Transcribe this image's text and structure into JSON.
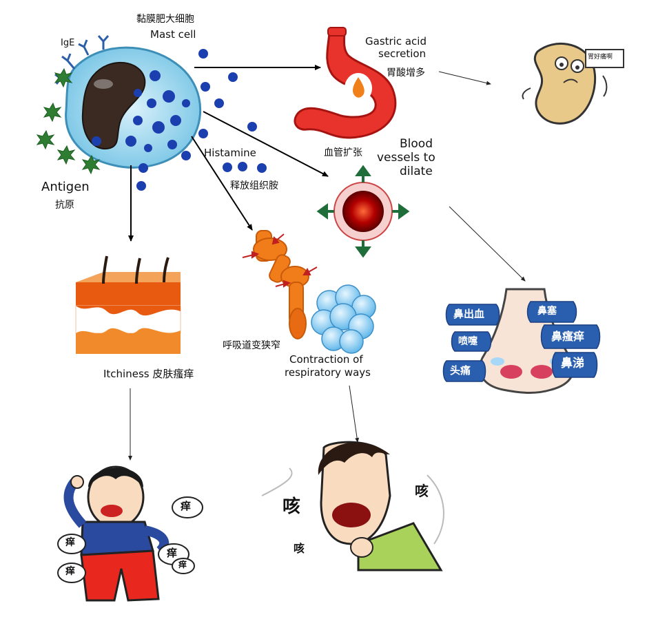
{
  "mast_cell": {
    "label_zh": "黏膜肥大细胞",
    "label_en": "Mast cell",
    "ige_label": "IgE"
  },
  "antigen": {
    "label_en": "Antigen",
    "label_zh": "抗原"
  },
  "histamine": {
    "label_en": "Histamine",
    "label_zh": "释放组织胺"
  },
  "gastric": {
    "label_en_1": "Gastric acid",
    "label_en_2": "secretion",
    "label_zh": "胃酸增多",
    "bubble_text": "胃好痛啊"
  },
  "blood_vessels": {
    "label_en_1": "Blood",
    "label_en_2": "vessels to",
    "label_en_3": "dilate",
    "label_zh": "血管扩张"
  },
  "skin": {
    "label": "Itchiness 皮肤瘙痒",
    "itch_bubbles": [
      "痒",
      "痒",
      "痒",
      "痒",
      "痒"
    ]
  },
  "respiratory": {
    "label_zh": "呼吸道变狭窄",
    "label_en_1": "Contraction of",
    "label_en_2": "respiratory ways",
    "cough_words": [
      "咳",
      "咳",
      "咳"
    ]
  },
  "nose": {
    "bubbles": [
      "鼻出血",
      "鼻塞",
      "喷嚏",
      "鼻瘙痒",
      "头痛",
      "鼻涕"
    ]
  },
  "colors": {
    "cell_body": "#9fd8ee",
    "nucleus": "#3a2a22",
    "granule": "#1c3fb0",
    "antigen": "#2e7d32",
    "stomach": "#e8322c",
    "skin_top": "#e85a10",
    "vessel": "#8b0000",
    "airway": "#f07d1a",
    "lung": "#7cc8f0",
    "arrow": "#000000"
  }
}
